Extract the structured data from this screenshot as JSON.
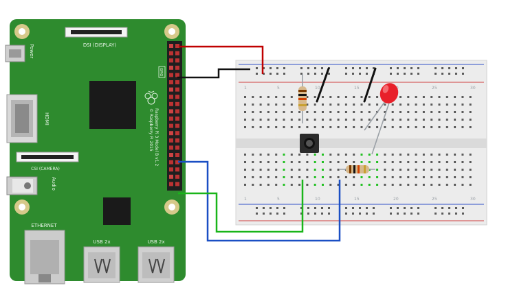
{
  "board": {
    "dsi_label": "DSI (DISPLAY)",
    "power_label": "Power",
    "hdmi_label": "HDMI",
    "csi_label": "CSI (CAMERA)",
    "audio_label": "Audio",
    "ethernet_label": "ETHERNET",
    "usb_left_label": "USB 2x",
    "usb_right_label": "USB 2x",
    "gpio_label": "GPIO",
    "model_text": "Raspberry Pi 3 Model B v1.2",
    "copyright_text": "© Raspberry Pi 2015"
  },
  "breadboard": {
    "column_numbers": [
      "1",
      "5",
      "10",
      "15",
      "20",
      "25",
      "30"
    ]
  },
  "colors": {
    "board_green": "#2e8b2e",
    "wire_red": "#c00000",
    "wire_black": "#111111",
    "wire_blue": "#1a4fc4",
    "wire_green": "#19b519",
    "led_red": "#e8202a"
  }
}
